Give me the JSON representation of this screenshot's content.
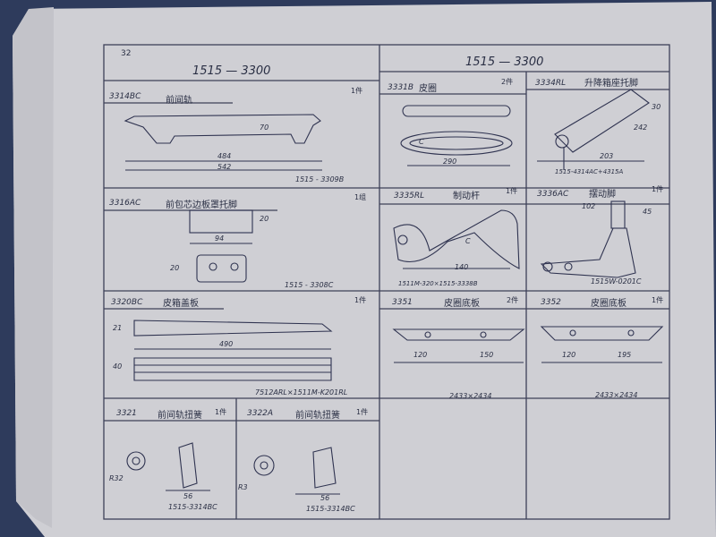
{
  "page_number": "32",
  "headers": {
    "left": "1515 — 3300",
    "right": "1515 — 3300"
  },
  "cells": [
    {
      "id": "3314BC",
      "title": "前间轨",
      "qty": "1件",
      "part_no": "1515 - 3309B",
      "dims": [
        "484",
        "542",
        "70"
      ]
    },
    {
      "id": "3331B",
      "title": "皮圈",
      "qty": "2件",
      "part_no": "",
      "dims": [
        "290",
        "C"
      ]
    },
    {
      "id": "3334RL",
      "title": "升降箱座托脚",
      "qty": "",
      "part_no": "1515-4314AC+4315A",
      "dims": [
        "203",
        "30",
        "242"
      ]
    },
    {
      "id": "3316AC",
      "title": "前包芯边板罩托脚",
      "qty": "1组",
      "part_no": "1515 - 3308C",
      "dims": [
        "94",
        "20",
        "20"
      ]
    },
    {
      "id": "3335RL",
      "title": "制动杆",
      "qty": "1件",
      "part_no": "1511M-320×1515-3338B",
      "dims": [
        "140",
        "C"
      ]
    },
    {
      "id": "3336AC",
      "title": "摆动脚",
      "qty": "1件",
      "part_no": "1515W-0201C",
      "dims": [
        "102",
        "45"
      ]
    },
    {
      "id": "3320BC",
      "title": "皮箱盖板",
      "qty": "1件",
      "part_no": "7512ARL×1511M-K201RL",
      "dims": [
        "490",
        "21",
        "40"
      ]
    },
    {
      "id": "3351",
      "title": "皮圈底板",
      "qty": "2件",
      "part_no": "2433×2434",
      "dims": [
        "120",
        "150"
      ]
    },
    {
      "id": "3352",
      "title": "皮圈底板",
      "qty": "1件",
      "part_no": "2433×2434",
      "dims": [
        "120",
        "195"
      ]
    },
    {
      "id": "3321",
      "title": "前间轨扭簧",
      "qty": "1件",
      "part_no": "1515-3314BC",
      "dims": [
        "R32",
        "56"
      ]
    },
    {
      "id": "3322A",
      "title": "前间轨扭簧",
      "qty": "1件",
      "part_no": "1515-3314BC",
      "dims": [
        "R3",
        "56"
      ]
    }
  ],
  "colors": {
    "paper": "#cfcfd4",
    "ink": "#2a2f44",
    "grid": "#3d4058"
  }
}
